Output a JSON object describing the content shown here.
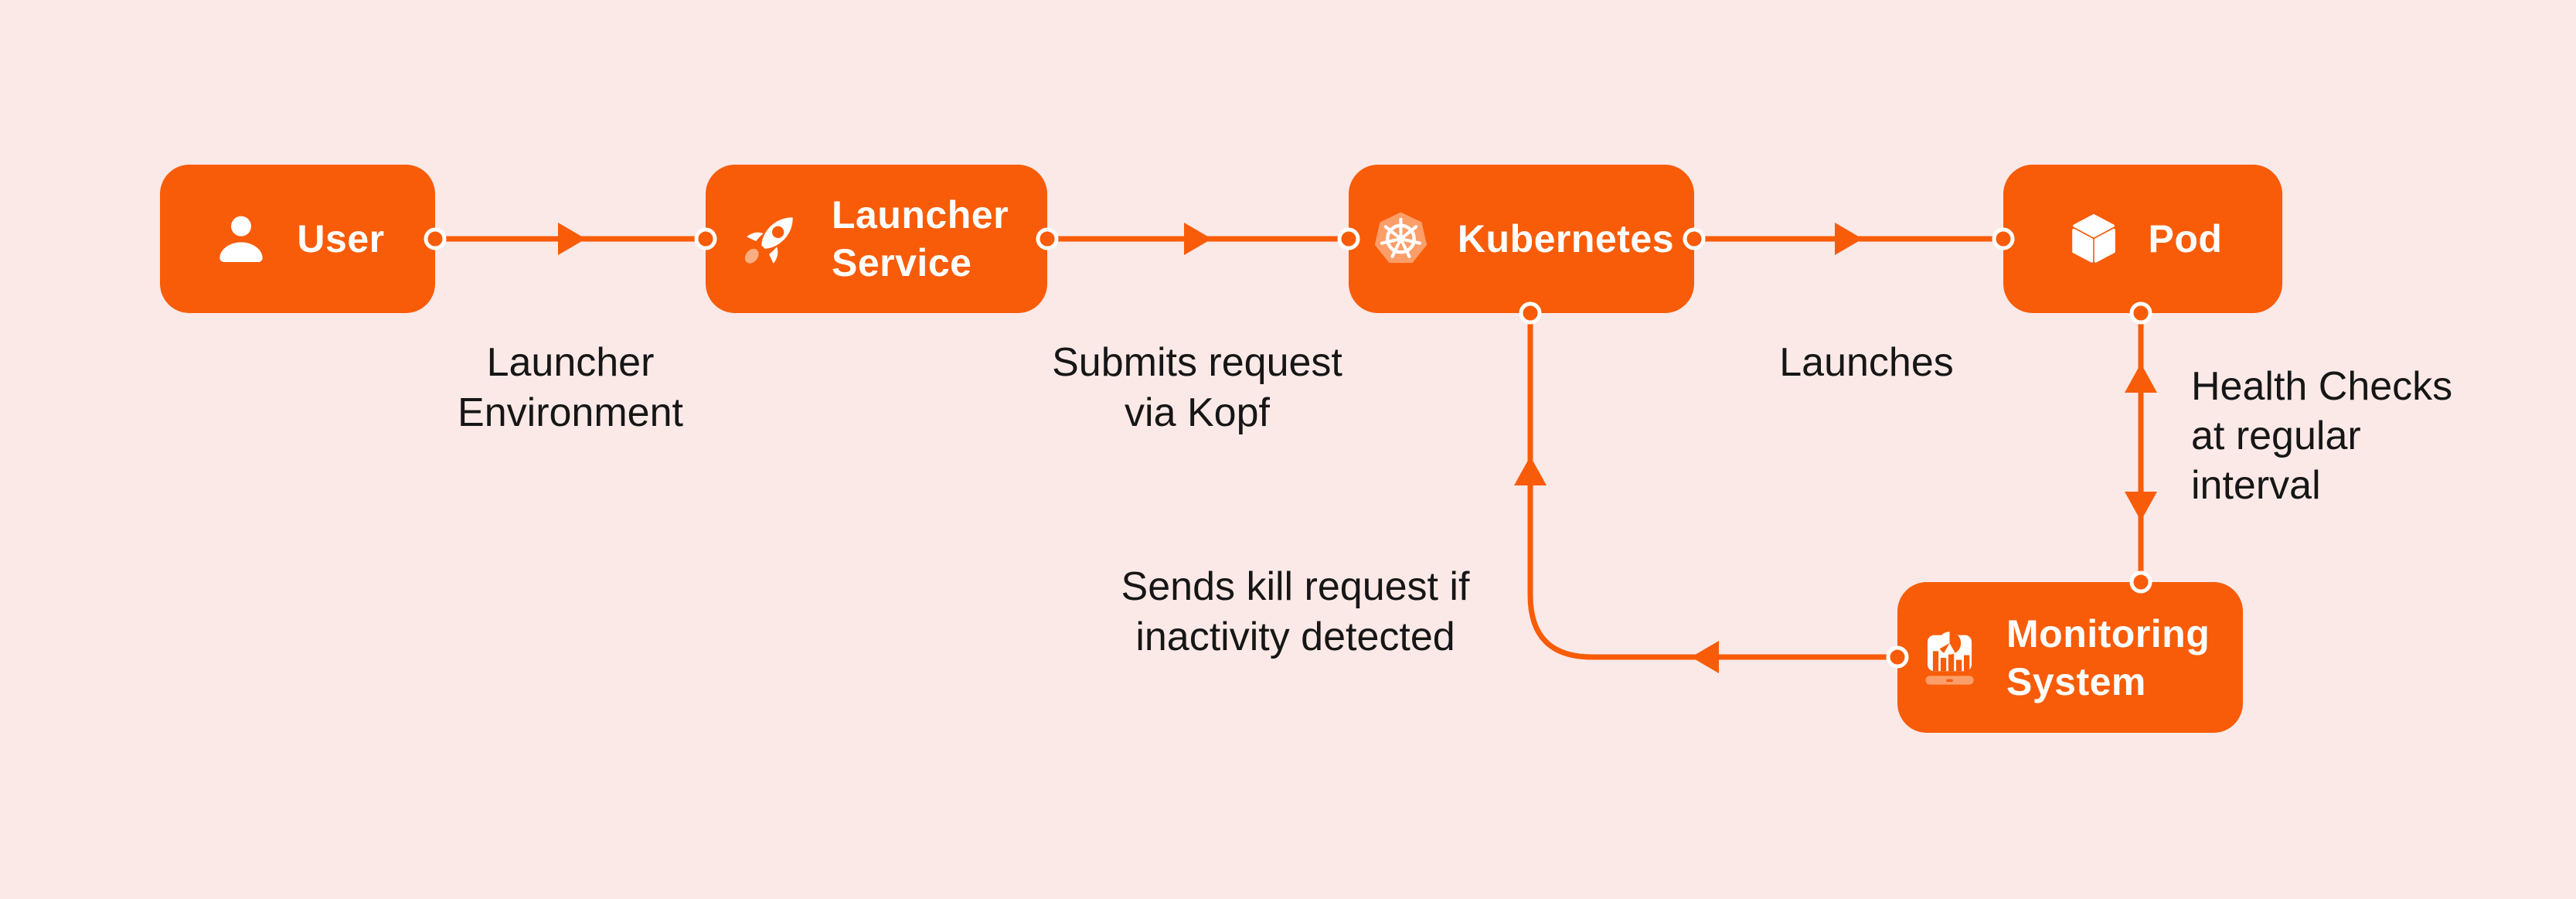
{
  "style": {
    "background": "#FBE9E7",
    "node_color": "#F85C08",
    "node_text_color": "#FFFFFF",
    "accent_light": "#FB9E69",
    "line_color": "#F85C08",
    "label_color": "#161616"
  },
  "nodes": {
    "user": {
      "label": "User",
      "icon": "user-icon"
    },
    "launcher_service": {
      "label": "Launcher Service",
      "icon": "rocket-icon"
    },
    "kubernetes": {
      "label": "Kubernetes",
      "icon": "kubernetes-wheel-icon"
    },
    "pod": {
      "label": "Pod",
      "icon": "cube-icon"
    },
    "monitoring_system": {
      "label": "Monitoring System",
      "icon": "monitoring-chart-icon"
    }
  },
  "edges": {
    "user_to_launcher": {
      "label": "Launcher Environment"
    },
    "launcher_to_kubernetes": {
      "label": "Submits request via Kopf"
    },
    "kubernetes_to_pod": {
      "label": "Launches"
    },
    "pod_to_monitoring": {
      "label": "Health Checks at regular interval"
    },
    "monitoring_to_kubernetes": {
      "label": "Sends kill request if inactivity detected"
    }
  }
}
